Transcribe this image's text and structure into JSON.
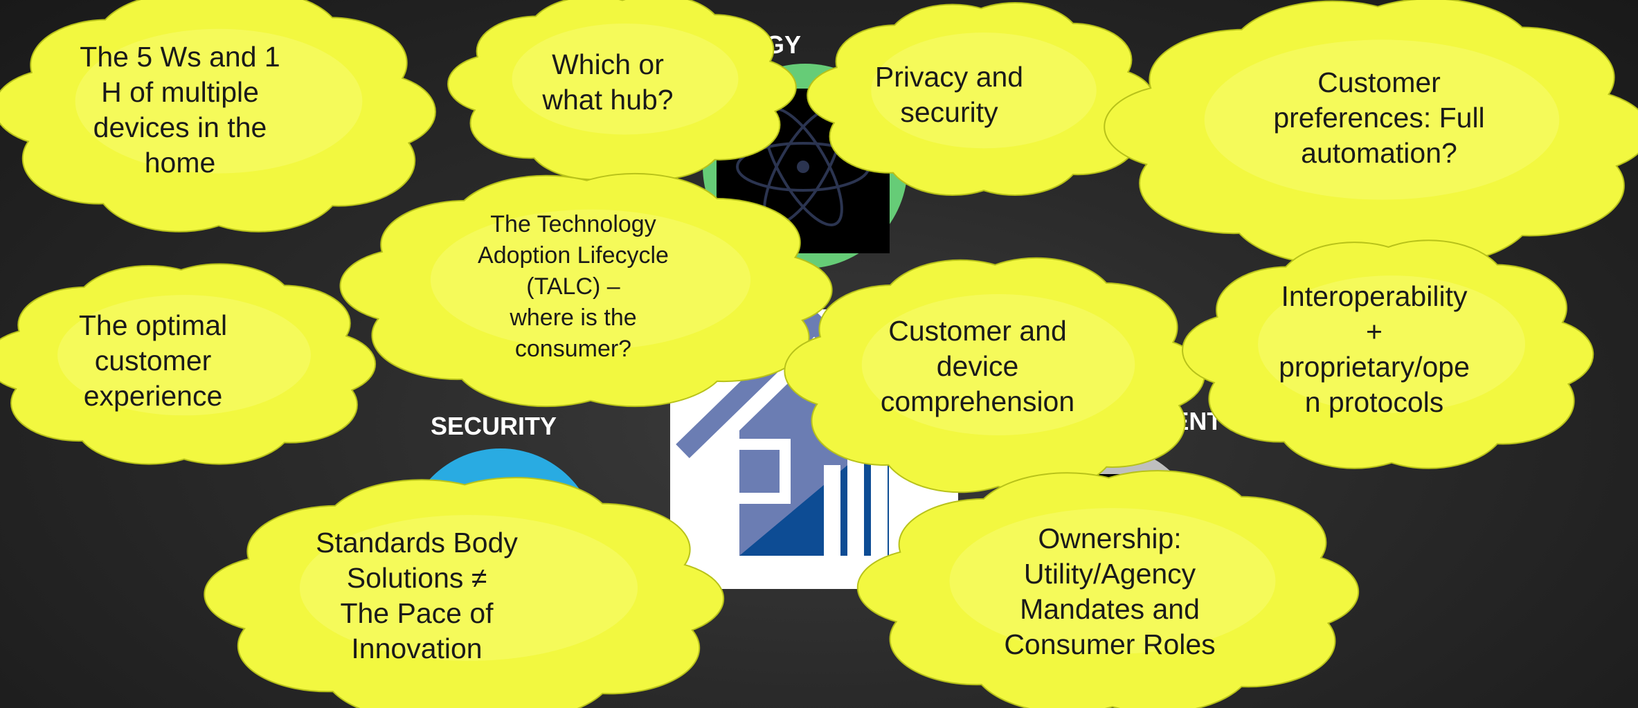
{
  "labels": {
    "energy": "ENERGY",
    "security": "SECURITY",
    "entertainment": "ENTERTAINMENT"
  },
  "colors": {
    "energy_ring": "#66cc77",
    "security_ring": "#29abe2",
    "entertainment_ring": "#bfbfbf",
    "cloud_fill": "#f2f840",
    "house_light": "#6b7db3",
    "house_dark": "#0d4c94"
  },
  "icons": [
    "atom-icon",
    "house-icon"
  ],
  "clouds": {
    "five_ws": "The 5 Ws and 1\nH of multiple\ndevices in the\nhome",
    "which_hub": "Which or\nwhat hub?",
    "privacy": "Privacy and\nsecurity",
    "preferences": "Customer\npreferences: Full\nautomation?",
    "optimal": "The optimal\ncustomer\nexperience",
    "talc": "The Technology\nAdoption Lifecycle\n(TALC) –\nwhere is the\nconsumer?",
    "comprehension": "Customer and\ndevice\ncomprehension",
    "interop": "Interoperability\n+\nproprietary/ope\nn protocols",
    "standards": "Standards Body\nSolutions ≠\nThe Pace of\nInnovation",
    "ownership": "Ownership:\nUtility/Agency\nMandates and\nConsumer Roles"
  }
}
